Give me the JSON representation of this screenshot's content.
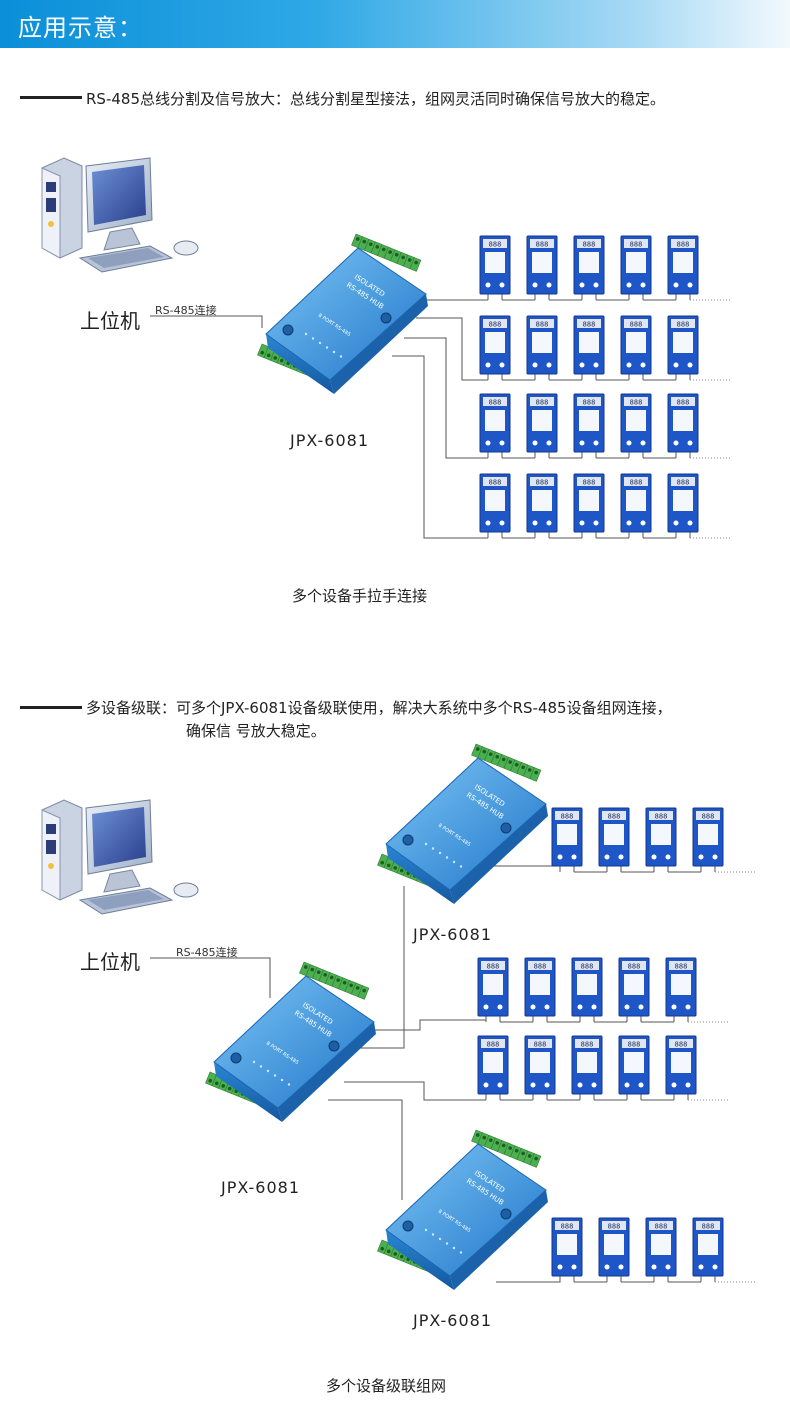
{
  "header": {
    "title": "应用示意："
  },
  "section1": {
    "heading": "RS-485总线分割及信号放大：总线分割星型接法，组网灵活同时确保信号放大的稳定。",
    "pc_label": "上位机",
    "connection_label": "RS-485连接",
    "hub_model": "JPX-6081",
    "caption": "多个设备手拉手连接"
  },
  "section2": {
    "heading_line1": "多设备级联：可多个JPX-6081设备级联使用，解决大系统中多个RS-485设备组网连接，",
    "heading_line2": "确保信 号放大稳定。",
    "pc_label": "上位机",
    "connection_label": "RS-485连接",
    "hub_top_model": "JPX-6081",
    "hub_main_model": "JPX-6081",
    "hub_bottom_model": "JPX-6081",
    "caption": "多个设备级联组网"
  },
  "hub_text": {
    "line1": "ISOLATED",
    "line2": "RS-485 HUB",
    "line3": "8 PORT RS-485"
  },
  "sensor_display": "888",
  "colors": {
    "accent": "#0a8fd8",
    "hub_blue": "#2f8fe0",
    "terminal_green": "#4caf50",
    "sensor_blue": "#1e56c8",
    "wire": "#555555"
  }
}
